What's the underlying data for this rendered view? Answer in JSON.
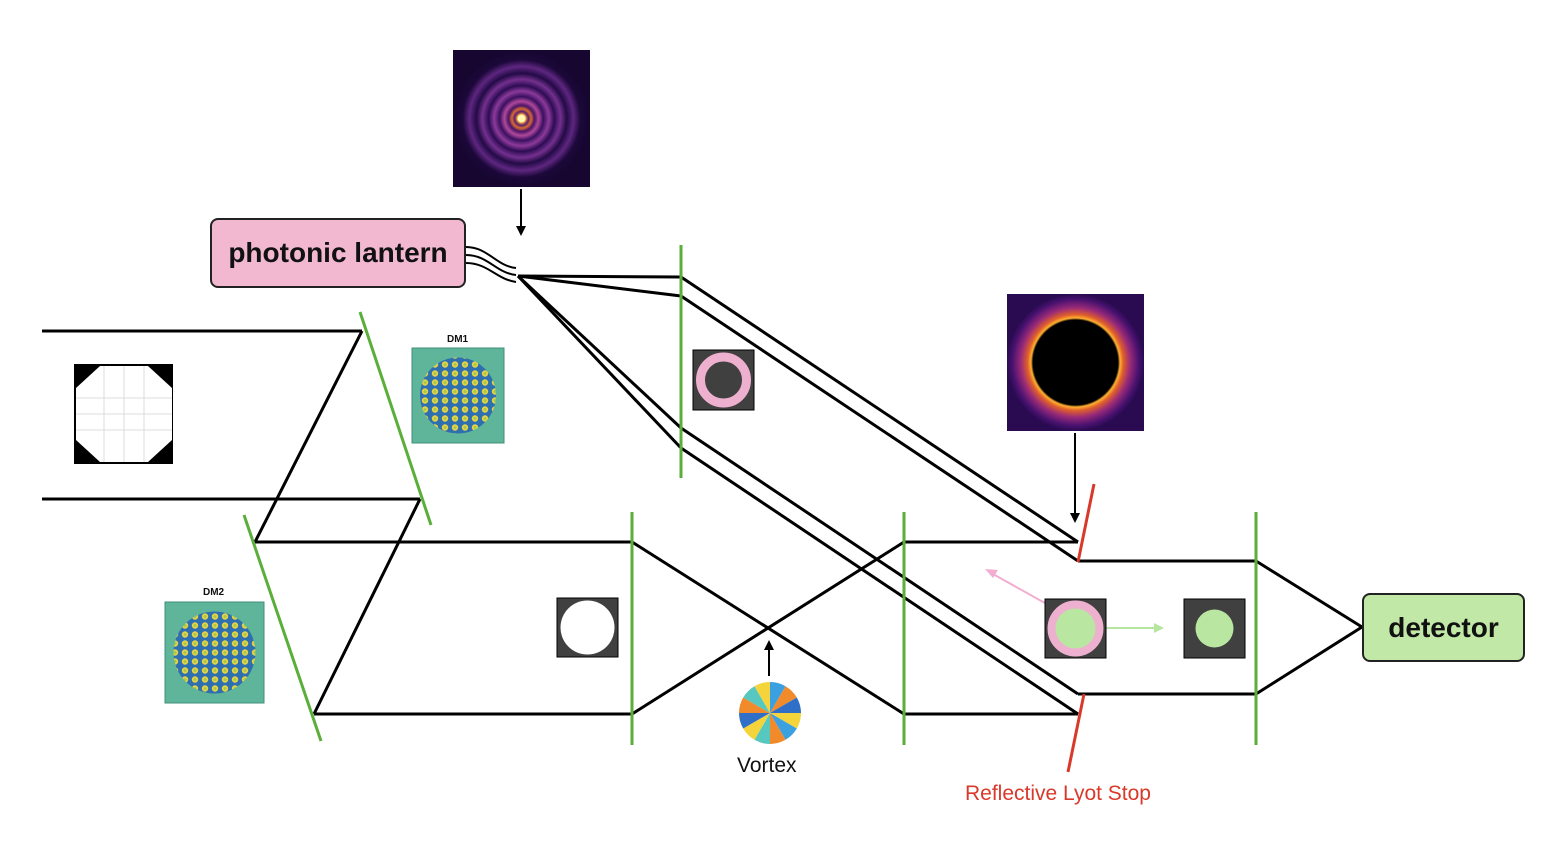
{
  "labels": {
    "photonic_lantern": "photonic lantern",
    "detector": "detector",
    "dm1": "DM1",
    "dm2": "DM2",
    "vortex": "Vortex",
    "lyot_stop": "Reflective Lyot Stop"
  },
  "colors": {
    "beam": "#000000",
    "optic_green": "#5aae3a",
    "lyot_red": "#d9392b",
    "lantern_fill": "#f2b8d0",
    "detector_fill": "#c1e8a6",
    "pink_annulus": "#eeb0cf",
    "green_disk": "#b9e6a1",
    "mask_grey": "#404040",
    "dm_teal": "#5fb59a",
    "caption_red": "#d9392b"
  },
  "icons": {
    "airy_psf": "airy-ring-psf-icon",
    "coronagraphic_psf": "dark-hole-psf-icon",
    "pupil": "segmented-hexagonal-pupil-icon",
    "dm": "deformable-mirror-hex-icon",
    "vortex": "vortex-phase-mask-icon"
  }
}
